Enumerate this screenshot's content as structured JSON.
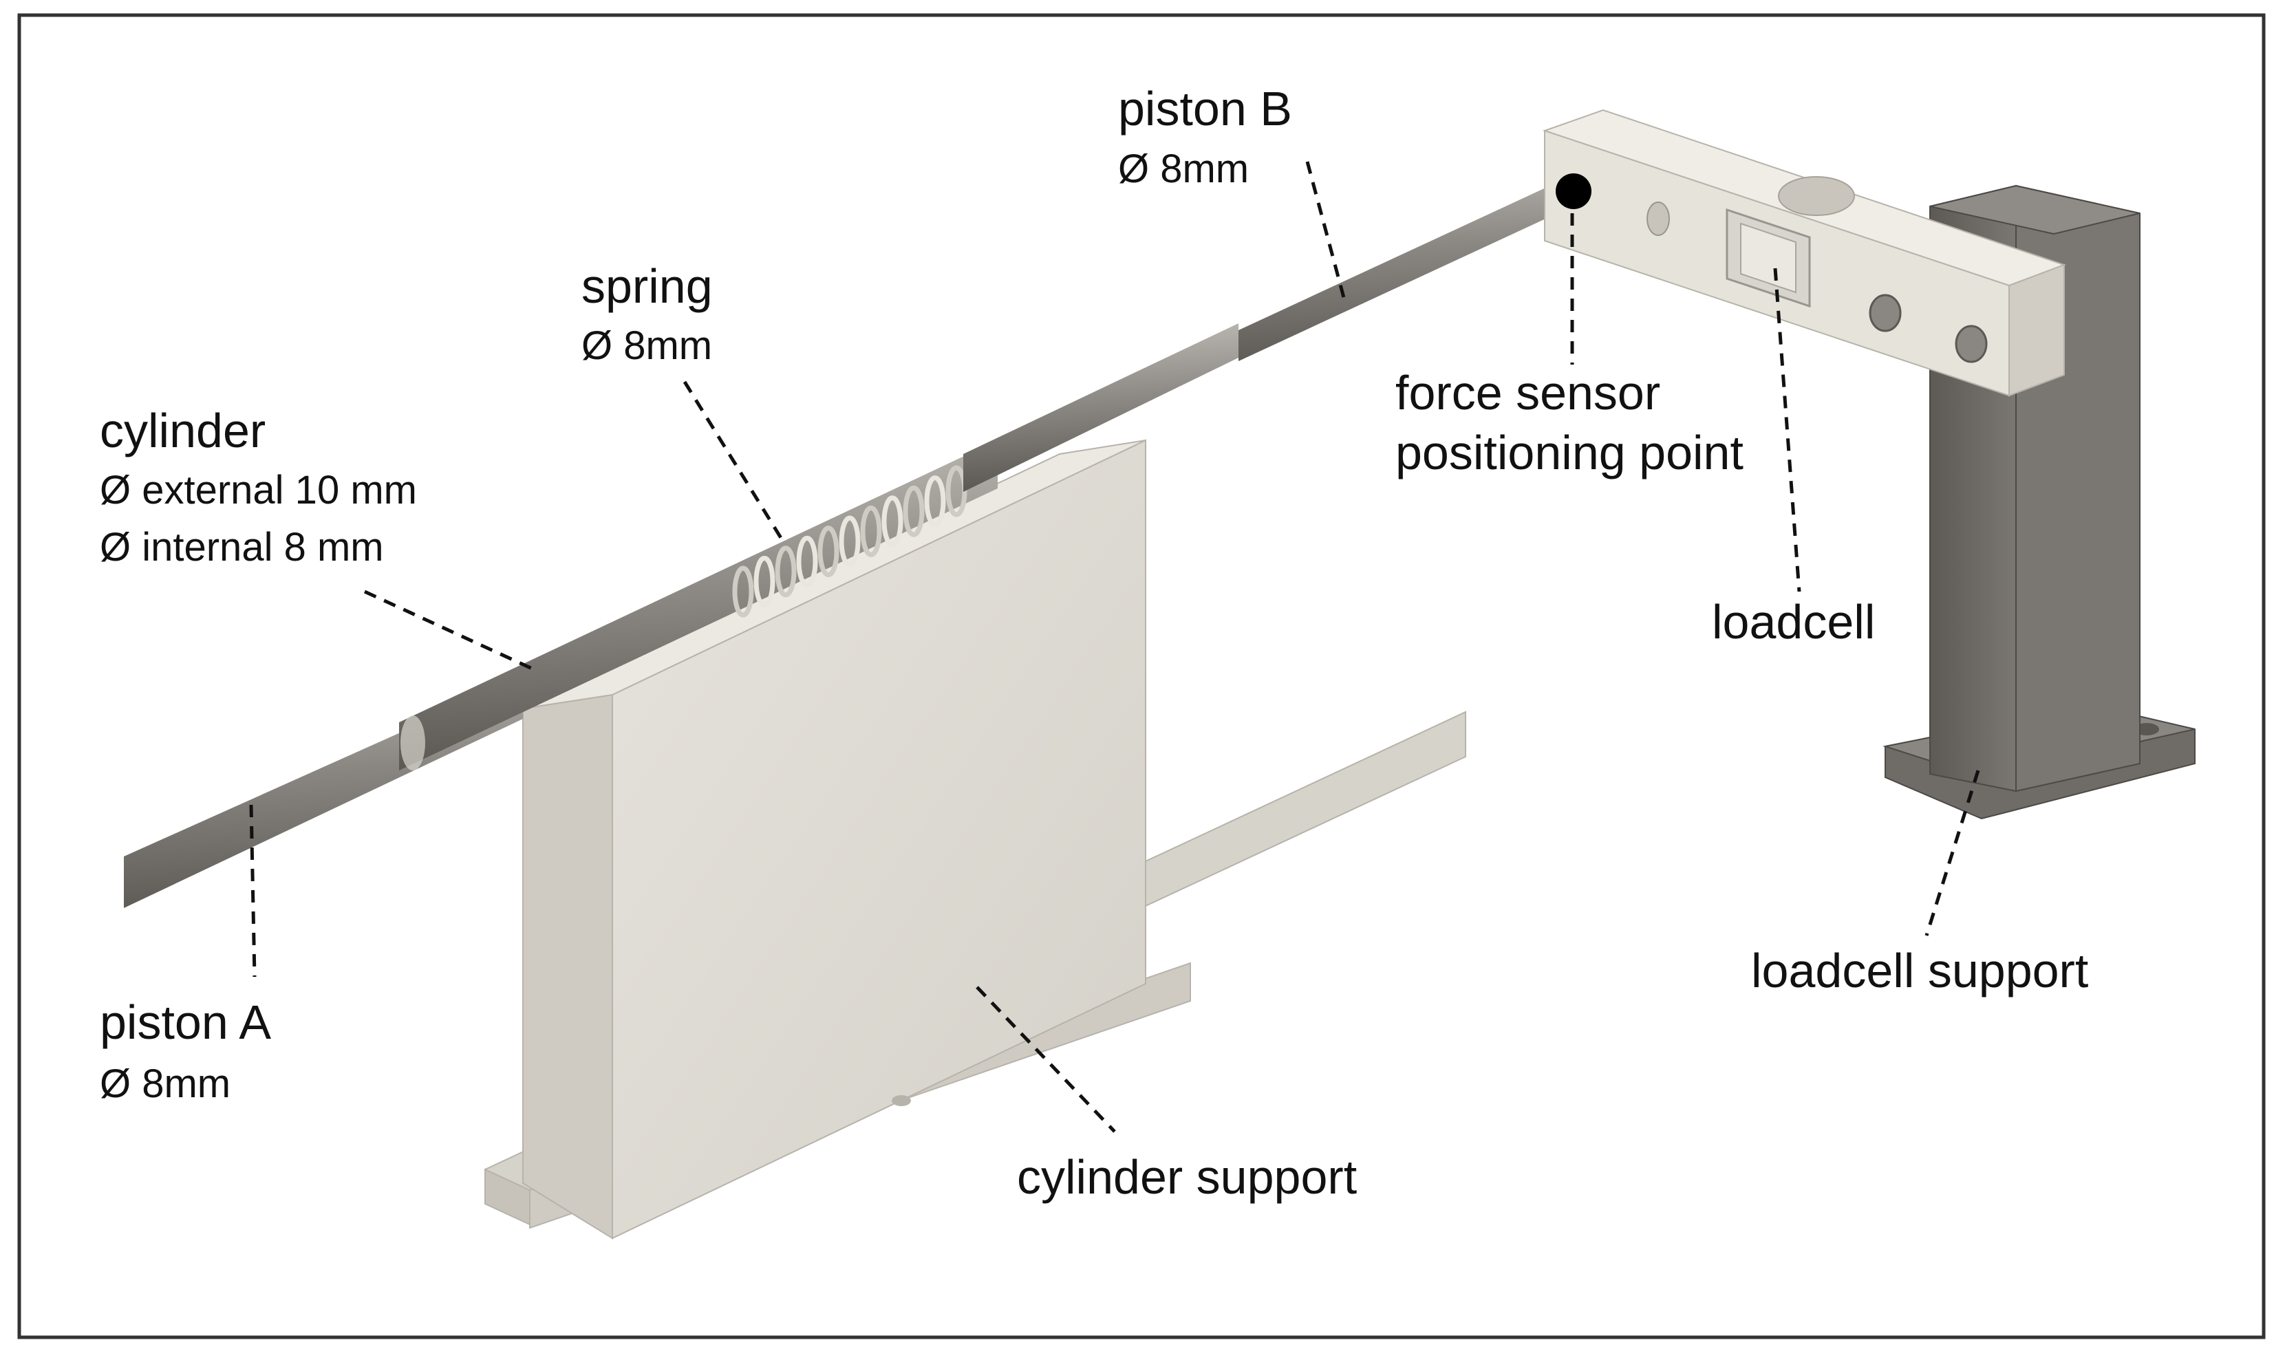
{
  "labels": {
    "piston_b": {
      "name": "piston B",
      "dim": "Ø 8mm"
    },
    "spring": {
      "name": "spring",
      "dim": "Ø 8mm"
    },
    "cylinder": {
      "name": "cylinder",
      "dim1": "Ø external 10 mm",
      "dim2": "Ø internal 8 mm"
    },
    "force_sensor": {
      "line1": "force sensor",
      "line2": "positioning point"
    },
    "loadcell": {
      "name": "loadcell"
    },
    "loadcell_support": {
      "name": "loadcell support"
    },
    "piston_a": {
      "name": "piston A",
      "dim": "Ø 8mm"
    },
    "cylinder_support": {
      "name": "cylinder support"
    }
  },
  "colors": {
    "frame": "#333333",
    "rod": "#7d7a76",
    "rod_highlight": "#b9b6b0",
    "support_light": "#dedbd3",
    "loadcell_body": "#e8e5dd",
    "post_dark": "#6f6b66",
    "sensor_point": "#000000"
  }
}
